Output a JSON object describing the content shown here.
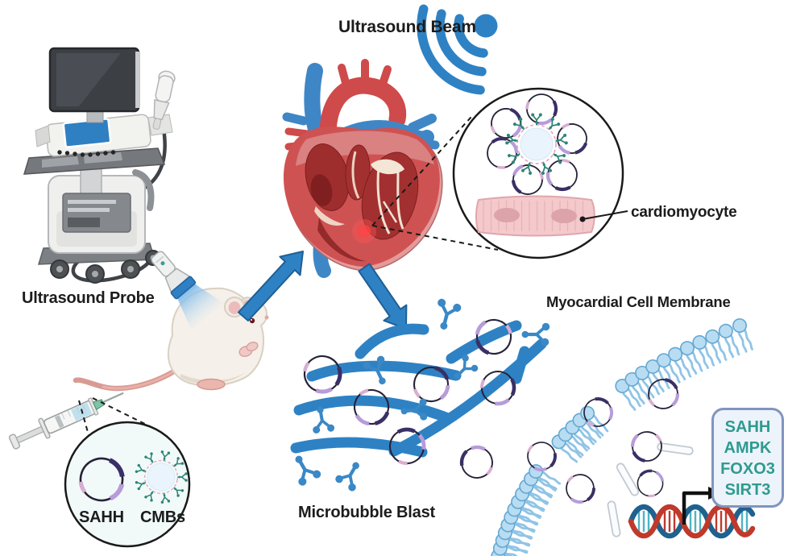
{
  "figure": {
    "labels": {
      "ultrasound_probe": "Ultrasound Probe",
      "ultrasound_beam": "Ultrasound Beam",
      "microbubble_blast": "Microbubble Blast",
      "myocardial_cell_membrane": "Myocardial Cell Membrane"
    },
    "magnifier_injection": {
      "plasmid_label": "SAHH",
      "microbubble_label": "CMBs"
    },
    "magnifier_heart": {
      "cell_label": "cardiomyocyte"
    },
    "gene_box": {
      "genes": [
        "SAHH",
        "AMPK",
        "FOXO3",
        "SIRT3"
      ]
    },
    "colors": {
      "accent_blue": "#2e82c4",
      "gene_teal": "#2e9b8f",
      "heart_red": "#cf5252",
      "heart_dark": "#9e2e2e",
      "vessel_blue": "#3f86c6",
      "plasmid_indigo": "#3a2f66",
      "plasmid_lilac": "#b79cd9",
      "membrane_blue": "#b8dcf2",
      "microbubble_pink": "#e8a8c8"
    }
  }
}
